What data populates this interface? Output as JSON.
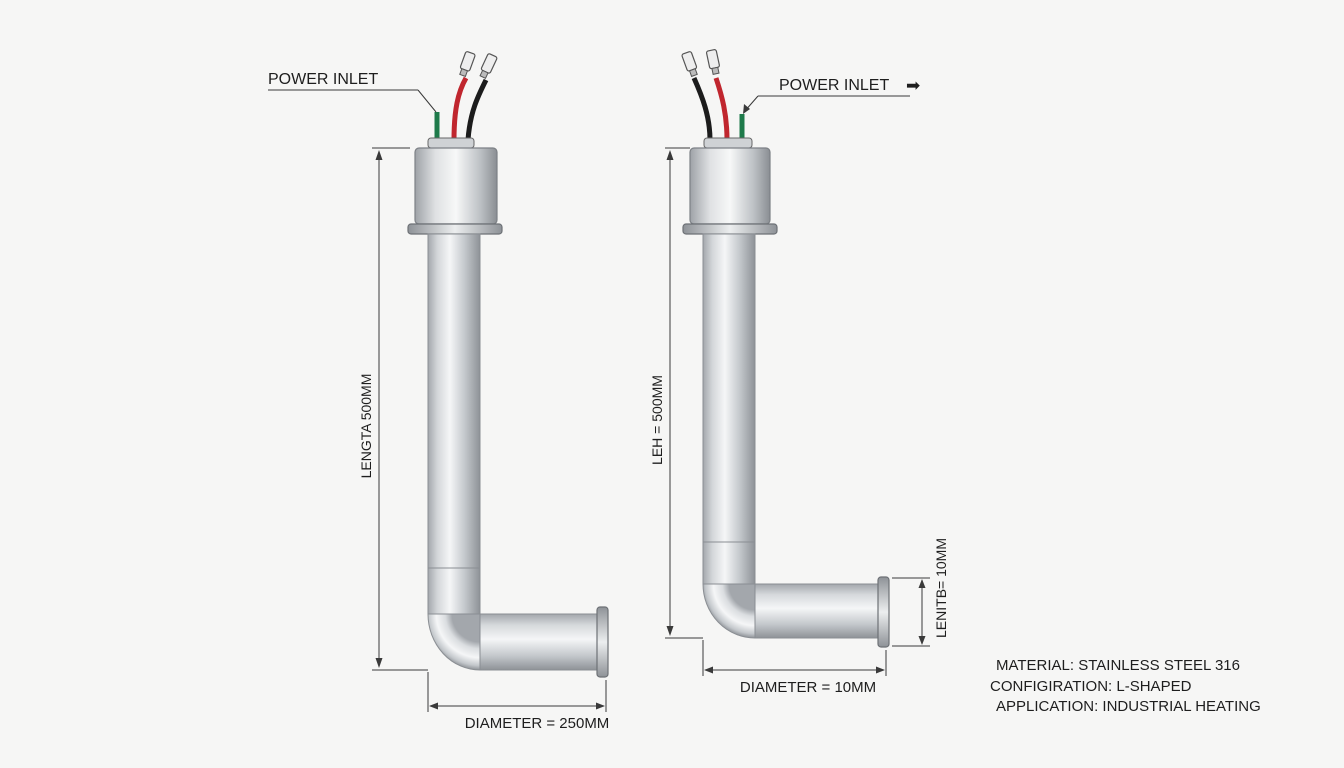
{
  "left_heater": {
    "power_label": "POWER INLET",
    "length_label": "LENGTA 500MM",
    "diameter_label": "DIAMETER = 250MM"
  },
  "right_heater": {
    "power_label": "POWER INLET",
    "arrow_glyph": "➡",
    "length_label": "LEH = 500MM",
    "short_length_label": "LENITB= 10MM",
    "diameter_label": "DIAMETER = 10MM"
  },
  "specs": {
    "material": "MATERIAL: STAINLESS STEEL 316",
    "configuration": "CONFIGIRATION: L-SHAPED",
    "application": "APPLICATION: INDUSTRIAL HEATING"
  },
  "colors": {
    "wire_red": "#c0262e",
    "wire_black": "#1c1c1c",
    "wire_green": "#1e7a4a",
    "steel_light": "#f2f3f4",
    "steel_dark": "#9fa3a8",
    "dimension_line": "#3a3a3a"
  }
}
